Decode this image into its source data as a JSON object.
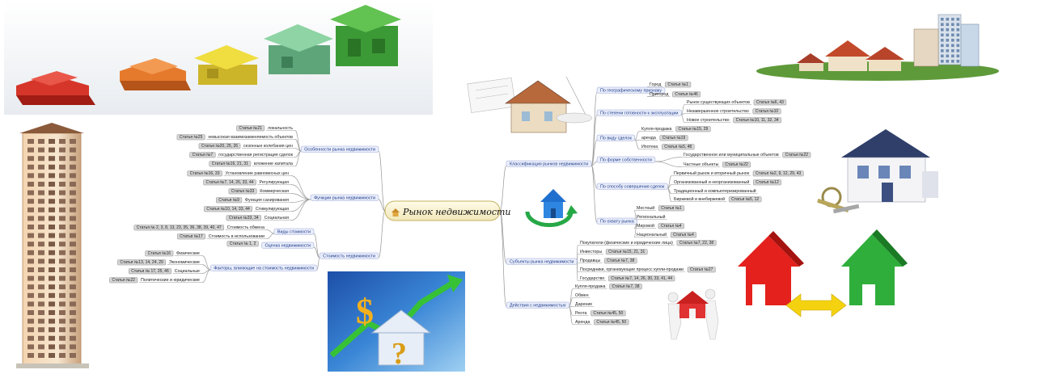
{
  "title": "Рынок недвижимости",
  "branches": {
    "osobennosti": {
      "label": "Особенности рынка недвижимости",
      "items": [
        {
          "label": "локальность",
          "ref": "Статья №21"
        },
        {
          "label": "невысокая взаимозаменяемость объектов",
          "ref": "Статья №25"
        },
        {
          "label": "сезонные колебания цен",
          "ref": "Статья №20, 25, 26"
        },
        {
          "label": "государственная регистрация сделок",
          "ref": "Статья №7"
        },
        {
          "label": "вложение капитала",
          "ref": "Статья №16, 21, 31"
        }
      ]
    },
    "funktsii": {
      "label": "Функции рынка недвижимости",
      "items": [
        {
          "label": "Установление равновесных цен",
          "ref": "Статья №16, 33"
        },
        {
          "label": "Регулирующая",
          "ref": "Статья №7, 14, 26, 33, 44"
        },
        {
          "label": "Коммерческая",
          "ref": "Статья №33"
        },
        {
          "label": "Функция санирования",
          "ref": "Статья №9"
        },
        {
          "label": "Стимулирующая",
          "ref": "Статья №10, 14, 33, 44"
        },
        {
          "label": "Социальная",
          "ref": "Статья №33, 34"
        }
      ]
    },
    "stoimost": {
      "label": "Стоимость недвижимости",
      "vidy": {
        "label": "Виды стоимости",
        "items": [
          {
            "label": "Стоимость обмена",
            "ref": "Статья № 2, 3, 8, 13, 23, 35, 36, 38, 39, 40, 47"
          },
          {
            "label": "Стоимость в использовании",
            "ref": "Статья №17"
          }
        ]
      },
      "otsenka": {
        "label": "Оценка недвижимости",
        "ref": "Статья № 1, 2"
      },
      "faktory": {
        "label": "Факторы, влияющие на стоимость недвижимости",
        "items": [
          {
            "label": "Физические",
            "ref": "Статья №16"
          },
          {
            "label": "Экономические",
            "ref": "Статья №13, 14, 24, 29"
          },
          {
            "label": "Социальные",
            "ref": "Статья № 17, 25, 46"
          },
          {
            "label": "Политические и юридические",
            "ref": "Статья №22"
          }
        ]
      }
    },
    "klassifikatsiya": {
      "label": "Классификация рынков недвижимости",
      "groups": [
        {
          "label": "По географическому признаку",
          "items": [
            {
              "label": "Город",
              "ref": "Статья №1"
            },
            {
              "label": "Пригород",
              "ref": "Статья №46"
            }
          ]
        },
        {
          "label": "По степени готовности к эксплуатации",
          "items": [
            {
              "label": "Рынок существующих объектов",
              "ref": "Статья №6, 43"
            },
            {
              "label": "Незавершенное строительство",
              "ref": "Статья №10"
            },
            {
              "label": "Новое строительство",
              "ref": "Статья №10, 11, 32, 34"
            }
          ]
        },
        {
          "label": "По виду сделок",
          "items": [
            {
              "label": "Купля-продажа",
              "ref": "Статья №15, 29"
            },
            {
              "label": "аренда",
              "ref": "Статья №19"
            },
            {
              "label": "Ипотека",
              "ref": "Статья №5, 48"
            }
          ]
        },
        {
          "label": "По форме собственности",
          "items": [
            {
              "label": "Государственное или муниципальные объектов",
              "ref": "Статья №22"
            },
            {
              "label": "Частные объекты",
              "ref": "Статья №22"
            }
          ]
        },
        {
          "label": "По способу совершения сделок",
          "items": [
            {
              "label": "Первичный рынок и вторичный рынок",
              "ref": "Статья №2, 9, 12, 29, 43"
            },
            {
              "label": "Организованный и неорганизованный",
              "ref": "Статья №12"
            },
            {
              "label": "Традиционный и компьютеризированный",
              "ref": ""
            },
            {
              "label": "Биржевой и внебиржевой",
              "ref": "Статья №5, 12"
            }
          ]
        },
        {
          "label": "По охвату рынка",
          "items": [
            {
              "label": "Местный",
              "ref": "Статья №1"
            },
            {
              "label": "Региональный",
              "ref": ""
            },
            {
              "label": "Мировой",
              "ref": "Статья №4"
            },
            {
              "label": "Национальный",
              "ref": "Статья №4"
            }
          ]
        }
      ]
    },
    "subekty": {
      "label": "Субъекты рынка недвижимости",
      "items": [
        {
          "label": "Покупатели (физические и юридические лица)",
          "ref": "Статья №7, 22, 38"
        },
        {
          "label": "Инвесторы",
          "ref": "Статья №15, 21, 31"
        },
        {
          "label": "Продавцы",
          "ref": "Статья №7, 38"
        },
        {
          "label": "Посредники, организующие процесс купли-продажи",
          "ref": "Статья №27"
        },
        {
          "label": "Государство",
          "ref": "Статья №7, 14, 26, 30, 33, 41, 44"
        }
      ]
    },
    "deystviya": {
      "label": "Действия с недвижимостью",
      "items": [
        {
          "label": "Купля-продажа",
          "ref": "Статья №7, 38"
        },
        {
          "label": "Обмен",
          "ref": ""
        },
        {
          "label": "Дарение",
          "ref": ""
        },
        {
          "label": "Рента",
          "ref": "Статья №45, 50"
        },
        {
          "label": "Аренда",
          "ref": "Статья №45, 50"
        }
      ]
    }
  },
  "icons": {
    "dollar_symbol": "$",
    "question_symbol": "?",
    "root_icon": "house-icon"
  },
  "colors": {
    "edge": "#9a9a9a",
    "ref_box": "#d6d6d6",
    "category_box": "#eaeefb",
    "category_text": "#1c3b8a",
    "arrow_yellow": "#f4d20f",
    "house_red": "#e4211d",
    "house_green": "#2fae3b"
  }
}
